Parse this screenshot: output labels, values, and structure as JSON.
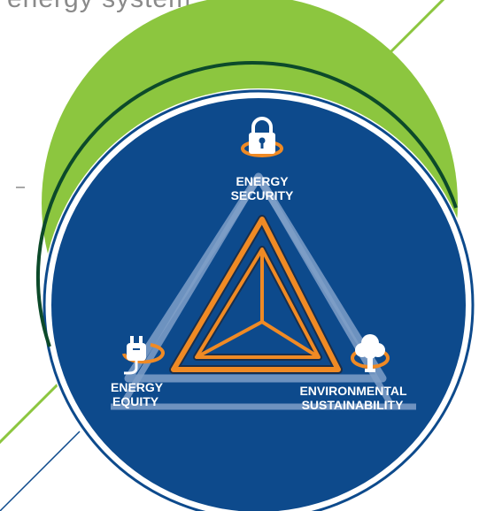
{
  "heading_fragment": "energy system",
  "colors": {
    "navy": "#0d4a8c",
    "green": "#8cc63f",
    "orange": "#f08a24",
    "light_blue": "#7f9fc8",
    "dark_green": "#0c4a2a",
    "gray_text": "#8a8a8a"
  },
  "nodes": {
    "security": {
      "icon": "lock-icon",
      "line1": "ENERGY",
      "line2": "SECURITY"
    },
    "equity": {
      "icon": "plug-icon",
      "line1": "ENERGY",
      "line2": "EQUITY"
    },
    "sustainability": {
      "icon": "tree-icon",
      "line1": "ENVIRONMENTAL",
      "line2": "SUSTAINABILITY"
    }
  }
}
